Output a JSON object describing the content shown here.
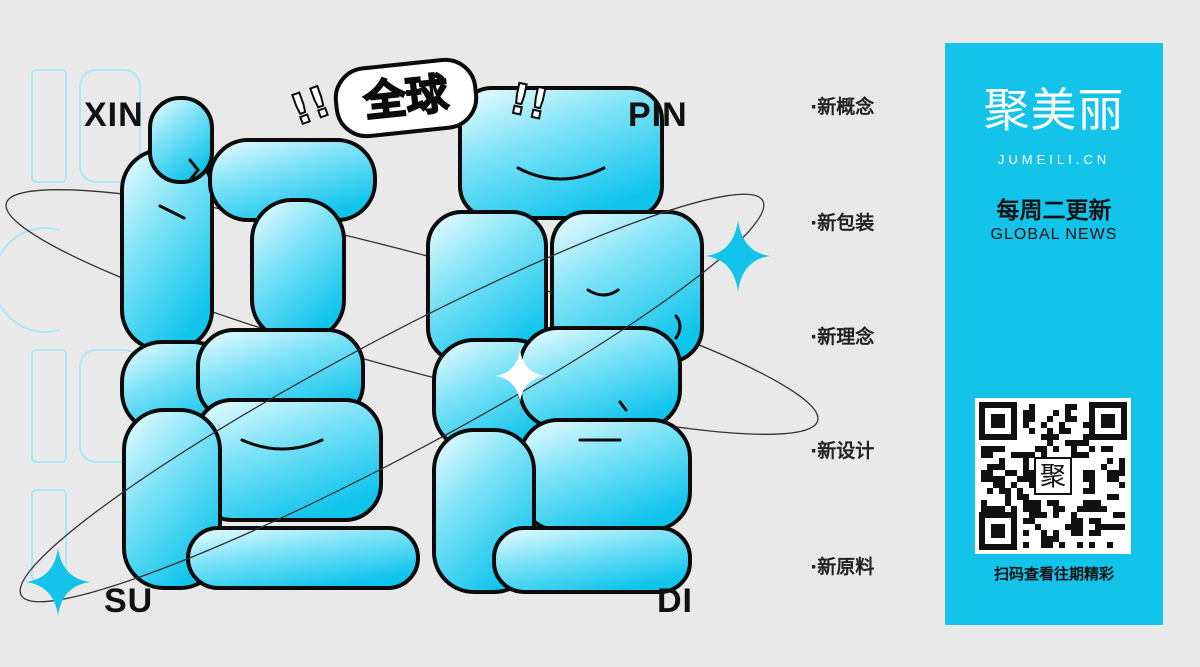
{
  "poster": {
    "headline_chars": [
      "新",
      "品",
      "速",
      "递"
    ],
    "badge_text": "全球",
    "exclaim_text": "!!",
    "pinyin": {
      "top_left": "XIN",
      "top_right": "PIN",
      "bottom_left": "SU",
      "bottom_right": "DI"
    }
  },
  "features": [
    "·新概念",
    "·新包装",
    "·新理念",
    "·新设计",
    "·新原料"
  ],
  "panel": {
    "brand_name": "聚美丽",
    "brand_domain": "JUMEILI.CN",
    "slogan": "每周二更新",
    "slogan_en": "GLOBAL NEWS",
    "qr_center_char": "聚",
    "qr_caption": "扫码查看往期精彩"
  },
  "colors": {
    "accent": "#14c3ea",
    "glyph_light": "#eafcff",
    "glyph_dark": "#12c6ec",
    "background": "#e9e9e9",
    "outline": "#0b0b0b"
  },
  "icons": [
    "sparkle-icon",
    "qr-code-icon"
  ]
}
